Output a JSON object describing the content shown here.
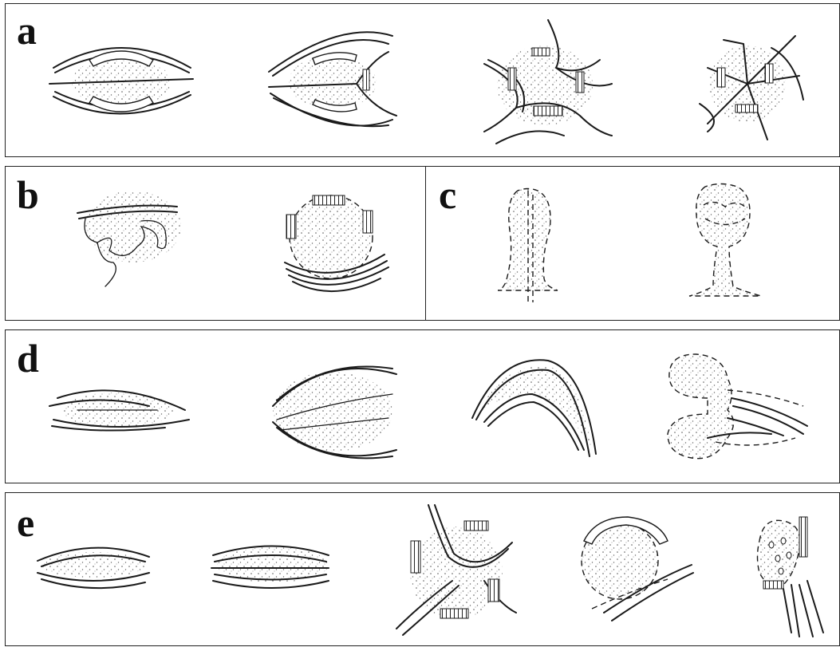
{
  "panels": {
    "a": {
      "label": "a"
    },
    "b": {
      "label": "b"
    },
    "c": {
      "label": "c"
    },
    "d": {
      "label": "d"
    },
    "e": {
      "label": "e"
    }
  },
  "colors": {
    "ink": "#1a1a1a",
    "paper": "#ffffff"
  }
}
